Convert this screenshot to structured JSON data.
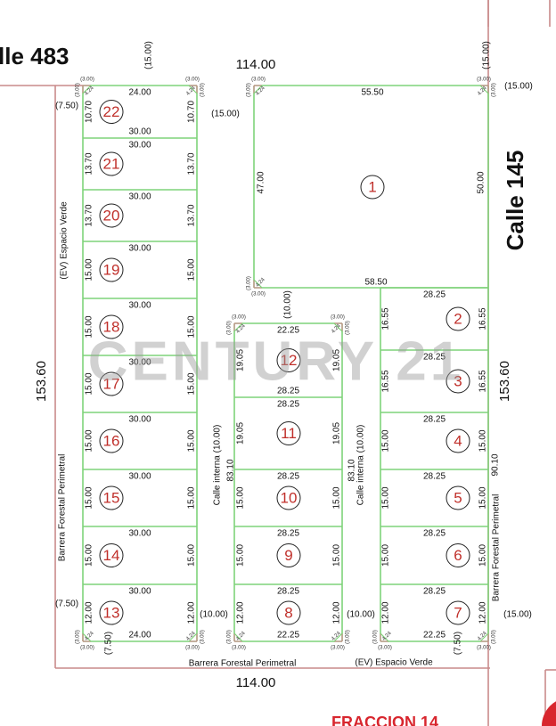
{
  "plan": {
    "streets": {
      "north": "lle 483",
      "east": "Calle 145"
    },
    "outer_dims": {
      "top": "114.00",
      "bottom": "114.00",
      "left": "153.60",
      "right": "153.60"
    },
    "watermark": "CENTURY 21",
    "fraction_label": "FRACCION 14",
    "labels": {
      "espacio_verde": "(EV) Espacio Verde",
      "barrera": "Barrera Forestal Perimetral",
      "calle_interna": "Calle interna (10.00)",
      "setback_15": "(15.00)",
      "setback_750": "(7.50)",
      "setback_10": "(10.00)",
      "interna_len": "83.10",
      "east_len": "90.10",
      "chamfer_leg": "(3.00)",
      "chamfer_diag": "4.24"
    },
    "lot1": {
      "n": "1",
      "top": "55.50",
      "left": "47.00",
      "right": "50.00",
      "bottom": "58.50"
    },
    "block_left": [
      {
        "n": "22",
        "top": "24.00",
        "side": "10.70",
        "bottom": "30.00"
      },
      {
        "n": "21",
        "top": "30.00",
        "side": "13.70"
      },
      {
        "n": "20",
        "top": "30.00",
        "side": "13.70"
      },
      {
        "n": "19",
        "top": "30.00",
        "side": "15.00"
      },
      {
        "n": "18",
        "top": "30.00",
        "side": "15.00"
      },
      {
        "n": "17",
        "top": "30.00",
        "side": "15.00"
      },
      {
        "n": "16",
        "top": "30.00",
        "side": "15.00"
      },
      {
        "n": "15",
        "top": "30.00",
        "side": "15.00"
      },
      {
        "n": "14",
        "top": "30.00",
        "side": "15.00"
      },
      {
        "n": "13",
        "top": "30.00",
        "side": "12.00",
        "bottom": "24.00"
      }
    ],
    "block_center": [
      {
        "n": "12",
        "top": "22.25",
        "side": "19.05",
        "bottom": "28.25"
      },
      {
        "n": "11",
        "top": "28.25",
        "side": "19.05"
      },
      {
        "n": "10",
        "top": "28.25",
        "side": "15.00"
      },
      {
        "n": "9",
        "top": "28.25",
        "side": "15.00"
      },
      {
        "n": "8",
        "top": "28.25",
        "side": "12.00",
        "bottom": "22.25"
      }
    ],
    "block_right": [
      {
        "n": "2",
        "top": "28.25",
        "side": "16.55"
      },
      {
        "n": "3",
        "top": "28.25",
        "side": "16.55"
      },
      {
        "n": "4",
        "top": "28.25",
        "side": "15.00"
      },
      {
        "n": "5",
        "top": "28.25",
        "side": "15.00"
      },
      {
        "n": "6",
        "top": "28.25",
        "side": "15.00"
      },
      {
        "n": "7",
        "top": "28.25",
        "side": "12.00",
        "bottom": "22.25"
      }
    ],
    "colors": {
      "lot_line": "#7fd37a",
      "boundary": "#c98a8a",
      "lot_number": "#c0302b",
      "fraction": "#d8262e"
    }
  }
}
